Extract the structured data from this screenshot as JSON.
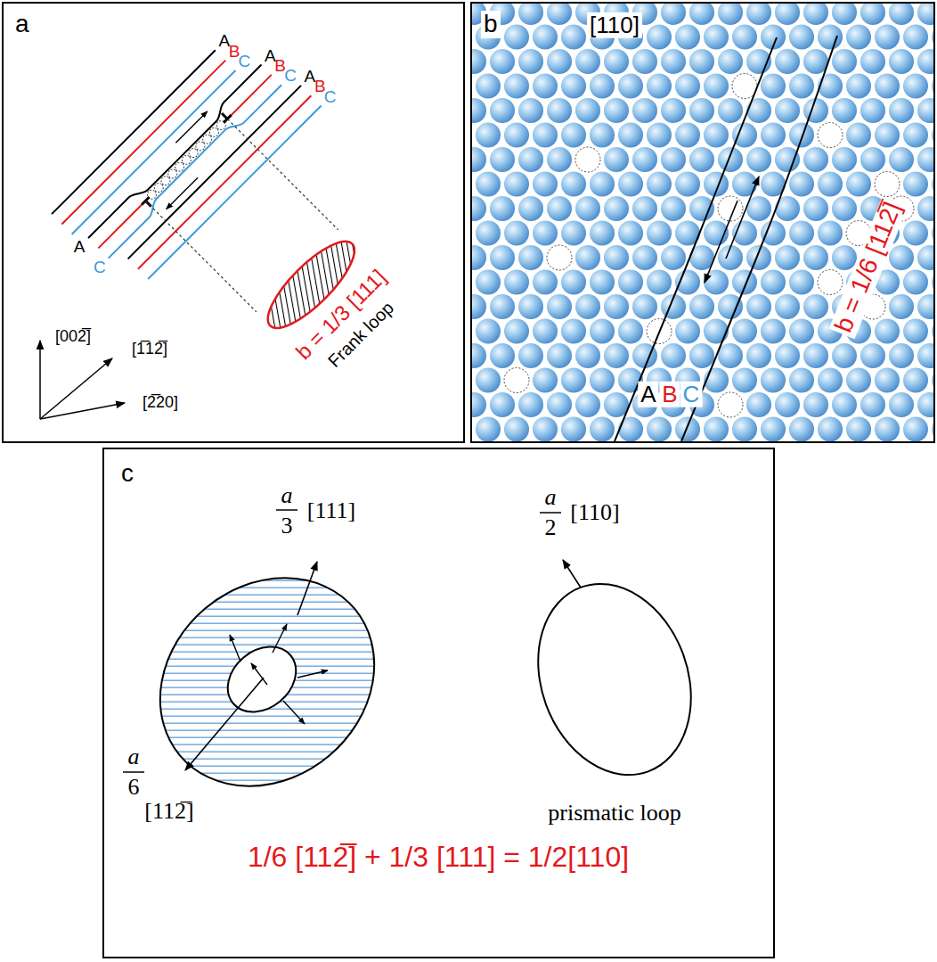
{
  "diagram": {
    "nodes": [
      {
        "text": [
          "a"
        ]
      },
      {
        "text": [
          "b"
        ]
      },
      {
        "text": [
          "c"
        ]
      }
    ],
    "labels": [
      "A",
      "B",
      "C",
      "A",
      "B",
      "C",
      "A",
      "C",
      "A",
      "B",
      "C",
      "[002̅]",
      "[1̅12̅]",
      "[2̅20]",
      "b = 1/3 [111]",
      "Frank loop",
      "[110]",
      "A",
      "B",
      "C",
      "b = 1/6 [112̅]",
      "a",
      "3",
      "[111]",
      "a",
      "2",
      "[110]",
      "a",
      "6",
      "[112̅]",
      "prismatic loop",
      "1/6 [112̅] + 1/3 [111] = 1/2[110]"
    ]
  }
}
